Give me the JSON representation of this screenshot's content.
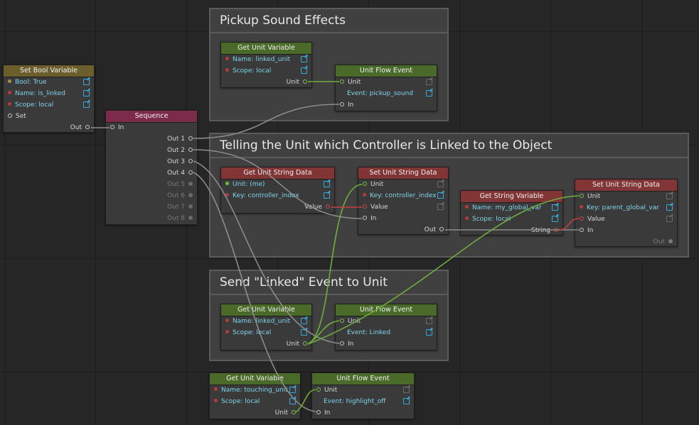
{
  "groups": {
    "pickup": "Pickup Sound Effects",
    "telling": "Telling the Unit which Controller is Linked to the Object",
    "send": "Send \"Linked\" Event to Unit"
  },
  "nodes": {
    "set_bool": {
      "title": "Set Bool Variable",
      "rows": [
        "Bool: True",
        "Name: is_linked",
        "Scope: local",
        "Set"
      ],
      "out": "Out"
    },
    "sequence": {
      "title": "Sequence",
      "in": "In",
      "outs": [
        "Out 1",
        "Out 2",
        "Out 3",
        "Out 4",
        "Out 5",
        "Out 6",
        "Out 7",
        "Out 8"
      ]
    },
    "guv_linked1": {
      "title": "Get Unit Variable",
      "rows": [
        "Name: linked_unit",
        "Scope: local"
      ],
      "out": "Unit"
    },
    "ufe_pickup": {
      "title": "Unit Flow Event",
      "rows": [
        "Unit",
        "Event: pickup_sound",
        "In"
      ]
    },
    "gusd": {
      "title": "Get Unit String Data",
      "rows": [
        "Unit: (me)",
        "Key: controller_index"
      ],
      "out": "Value"
    },
    "susd1": {
      "title": "Set Unit String Data",
      "rows": [
        "Unit",
        "Key: controller_index",
        "Value",
        "In"
      ],
      "out": "Out"
    },
    "gsv": {
      "title": "Get String Variable",
      "rows": [
        "Name: my_global_var",
        "Scope: local"
      ],
      "out": "String"
    },
    "susd2": {
      "title": "Set Unit String Data",
      "rows": [
        "Unit",
        "Key: parent_global_var",
        "Value",
        "In"
      ],
      "out": "Out"
    },
    "guv_linked2": {
      "title": "Get Unit Variable",
      "rows": [
        "Name: linked_unit",
        "Scope: local"
      ],
      "out": "Unit"
    },
    "ufe_linked": {
      "title": "Unit Flow Event",
      "rows": [
        "Unit",
        "Event: Linked",
        "In"
      ]
    },
    "guv_touch": {
      "title": "Get Unit Variable",
      "rows": [
        "Name: touching_unit",
        "Scope: local"
      ],
      "out": "Unit"
    },
    "ufe_highlight": {
      "title": "Unit Flow Event",
      "rows": [
        "Unit",
        "Event: highlight_off",
        "In"
      ]
    }
  },
  "colors": {
    "flow_wire": "#8c8c8c",
    "unit_wire": "#6fae3c",
    "value_wire": "#c04040",
    "header_green": "#4a6a2a",
    "header_olive": "#6b5d2c",
    "header_red": "#823535",
    "header_pink": "#7d2b4b"
  }
}
